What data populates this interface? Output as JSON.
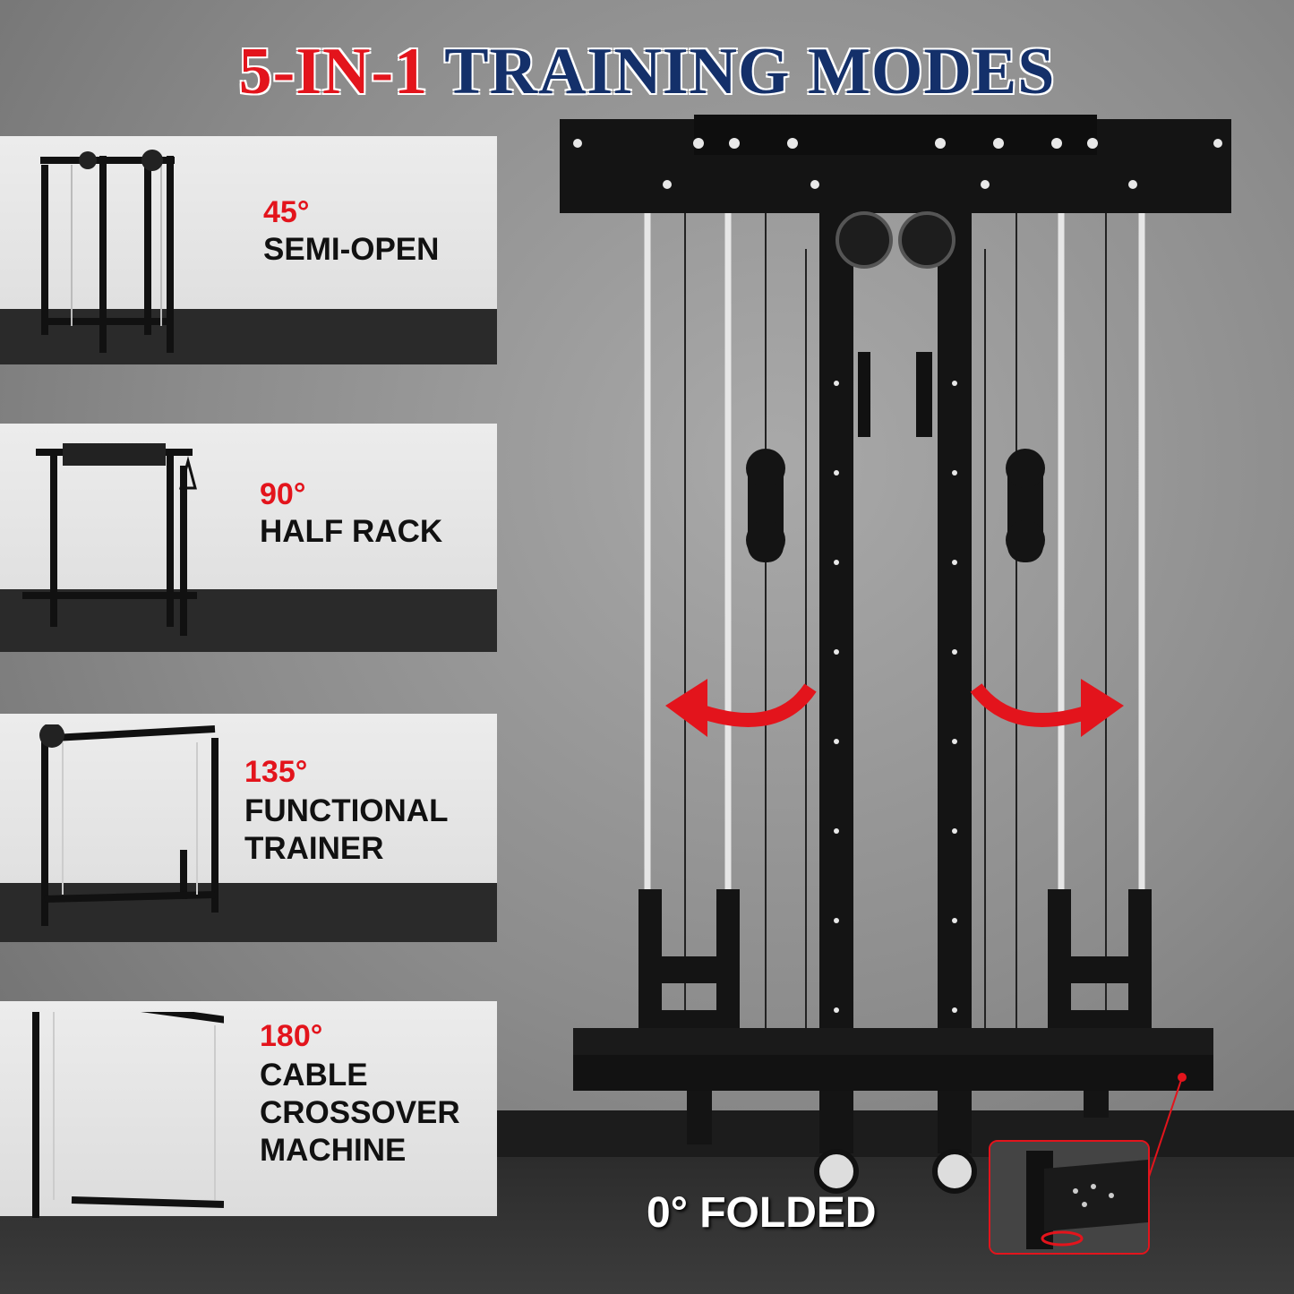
{
  "title": {
    "highlight": "5-IN-1",
    "main": "TRAINING MODES"
  },
  "modes": [
    {
      "angle": "45°",
      "lines": [
        "SEMI-OPEN"
      ]
    },
    {
      "angle": "90°",
      "lines": [
        "HALF RACK"
      ]
    },
    {
      "angle": "135°",
      "lines": [
        "FUNCTIONAL",
        "TRAINER"
      ]
    },
    {
      "angle": "180°",
      "lines": [
        "CABLE",
        "CROSSOVER",
        "MACHINE"
      ]
    }
  ],
  "folded_label": "0° FOLDED",
  "colors": {
    "accent_red": "#e3141c",
    "title_blue": "#14306a"
  }
}
